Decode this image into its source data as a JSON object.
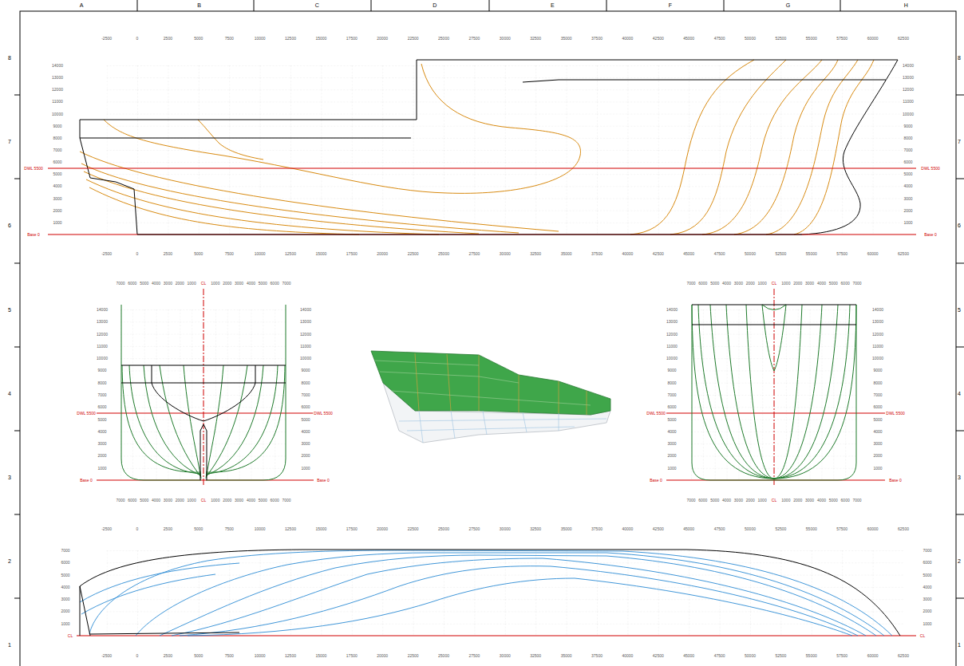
{
  "diagram": {
    "labels": [
      "A",
      "B",
      "C",
      "D",
      "E",
      "F",
      "G",
      "H",
      "8",
      "7",
      "6",
      "5",
      "4",
      "3",
      "2",
      "1",
      "8",
      "7",
      "6",
      "5",
      "4",
      "3",
      "2",
      "1",
      "-2500",
      "0",
      "2500",
      "5000",
      "7500",
      "10000",
      "12500",
      "15000",
      "17500",
      "20000",
      "22500",
      "25000",
      "27500",
      "30000",
      "32500",
      "35000",
      "37500",
      "40000",
      "42500",
      "45000",
      "47500",
      "50000",
      "52500",
      "55000",
      "57500",
      "60000",
      "62500",
      "14000",
      "13000",
      "12000",
      "11000",
      "10000",
      "9000",
      "8000",
      "7000",
      "6000",
      "5000",
      "4000",
      "3000",
      "2000",
      "1000",
      "DWL 5500",
      "Base 0",
      "14000",
      "13000",
      "12000",
      "11000",
      "10000",
      "9000",
      "8000",
      "7000",
      "6000",
      "5000",
      "4000",
      "3000",
      "2000",
      "1000",
      "DWL 5500",
      "Base 0",
      "-2500",
      "0",
      "2500",
      "5000",
      "7500",
      "10000",
      "12500",
      "15000",
      "17500",
      "20000",
      "22500",
      "25000",
      "27500",
      "30000",
      "32500",
      "35000",
      "37500",
      "40000",
      "42500",
      "45000",
      "47500",
      "50000",
      "52500",
      "55000",
      "57500",
      "60000",
      "62500",
      "7000",
      "6000",
      "5000",
      "4000",
      "3000",
      "2000",
      "1000",
      "CL",
      "1000",
      "2000",
      "3000",
      "4000",
      "5000",
      "6000",
      "7000",
      "14000",
      "13000",
      "12000",
      "11000",
      "10000",
      "9000",
      "8000",
      "7000",
      "6000",
      "5000",
      "4000",
      "3000",
      "2000",
      "1000",
      "DWL 5500",
      "Base 0",
      "14000",
      "13000",
      "12000",
      "11000",
      "10000",
      "9000",
      "8000",
      "7000",
      "6000",
      "5000",
      "4000",
      "3000",
      "2000",
      "1000",
      "DWL 5500",
      "Base 0",
      "7000",
      "6000",
      "5000",
      "4000",
      "3000",
      "2000",
      "1000",
      "CL",
      "1000",
      "2000",
      "3000",
      "4000",
      "5000",
      "6000",
      "7000",
      "7000",
      "6000",
      "5000",
      "4000",
      "3000",
      "2000",
      "1000",
      "CL",
      "1000",
      "2000",
      "3000",
      "4000",
      "5000",
      "6000",
      "7000",
      "14000",
      "13000",
      "12000",
      "11000",
      "10000",
      "9000",
      "8000",
      "7000",
      "6000",
      "5000",
      "4000",
      "3000",
      "2000",
      "1000",
      "DWL 5500",
      "Base 0",
      "14000",
      "13000",
      "12000",
      "11000",
      "10000",
      "9000",
      "8000",
      "7000",
      "6000",
      "5000",
      "4000",
      "3000",
      "2000",
      "1000",
      "DWL 5500",
      "Base 0",
      "7000",
      "6000",
      "5000",
      "4000",
      "3000",
      "2000",
      "1000",
      "CL",
      "1000",
      "2000",
      "3000",
      "4000",
      "5000",
      "6000",
      "7000",
      "-2500",
      "0",
      "2500",
      "5000",
      "7500",
      "10000",
      "12500",
      "15000",
      "17500",
      "20000",
      "22500",
      "25000",
      "27500",
      "30000",
      "32500",
      "35000",
      "37500",
      "40000",
      "42500",
      "45000",
      "47500",
      "50000",
      "52500",
      "55000",
      "57500",
      "60000",
      "62500",
      "7000",
      "6000",
      "5000",
      "4000",
      "3000",
      "2000",
      "1000",
      "CL",
      "7000",
      "6000",
      "5000",
      "4000",
      "3000",
      "2000",
      "1000",
      "CL",
      "-2500",
      "0",
      "2500",
      "5000",
      "7500",
      "10000",
      "12500",
      "15000",
      "17500",
      "20000",
      "22500",
      "25000",
      "27500",
      "30000",
      "32500",
      "35000",
      "37500",
      "40000",
      "42500",
      "45000",
      "47500",
      "50000",
      "52500",
      "55000",
      "57500",
      "60000",
      "62500"
    ]
  }
}
